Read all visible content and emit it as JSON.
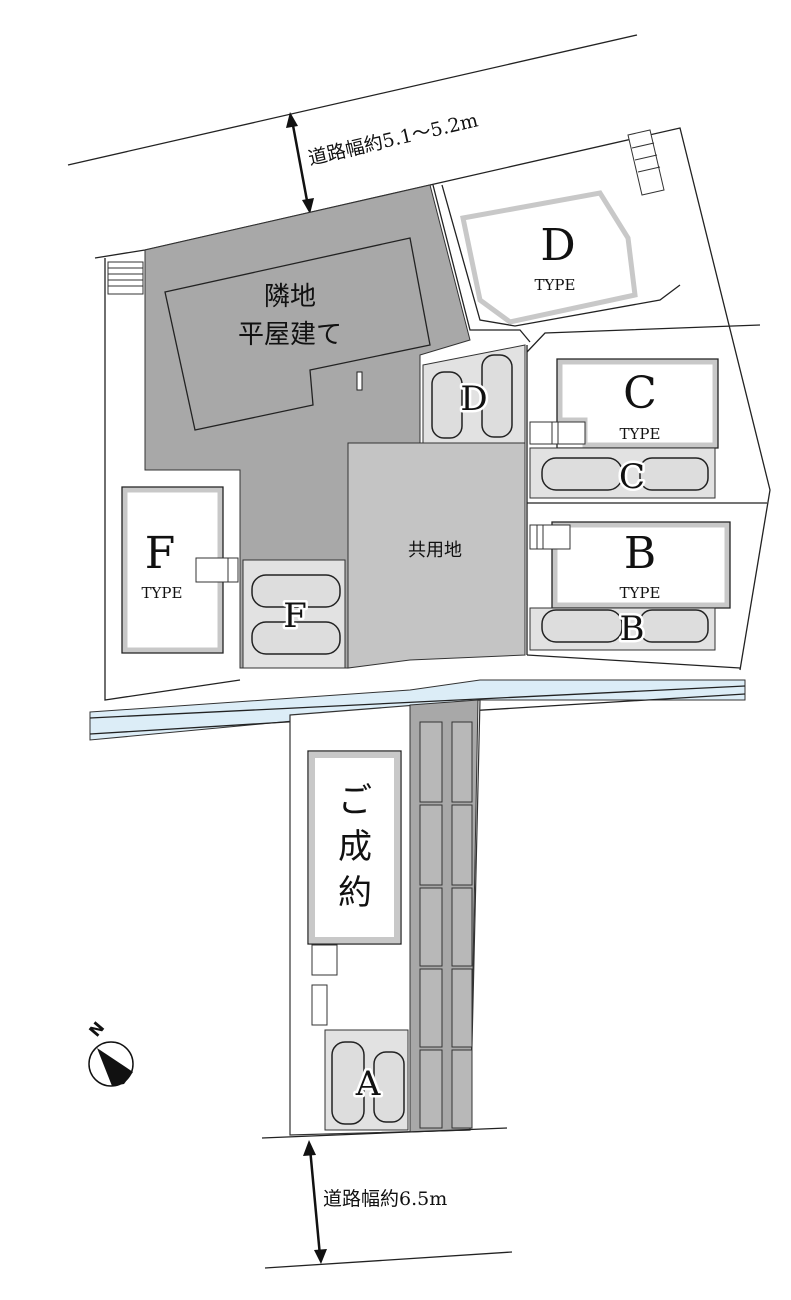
{
  "roads": {
    "north_width_label": "道路幅約5.1〜5.2m",
    "south_width_label": "道路幅約6.5m"
  },
  "neighbor": {
    "line1": "隣地",
    "line2": "平屋建て"
  },
  "common_area": {
    "label": "共用地"
  },
  "lots": [
    {
      "id": "D",
      "letter": "D",
      "type_label": "TYPE",
      "parking_label": "D"
    },
    {
      "id": "C",
      "letter": "C",
      "type_label": "TYPE",
      "parking_label": "C"
    },
    {
      "id": "B",
      "letter": "B",
      "type_label": "TYPE",
      "parking_label": "B"
    },
    {
      "id": "F",
      "letter": "F",
      "type_label": "TYPE",
      "parking_label": "F"
    },
    {
      "id": "A",
      "status_chars": [
        "ご",
        "成",
        "約"
      ],
      "parking_label": "A"
    }
  ],
  "compass": {
    "label": "N"
  },
  "colors": {
    "neighbor": "#a8a8a8",
    "common": "#c4c4c4",
    "parking": "#e2e2e2",
    "canal": "#dcedf7",
    "wall": "#c8c8c8"
  }
}
